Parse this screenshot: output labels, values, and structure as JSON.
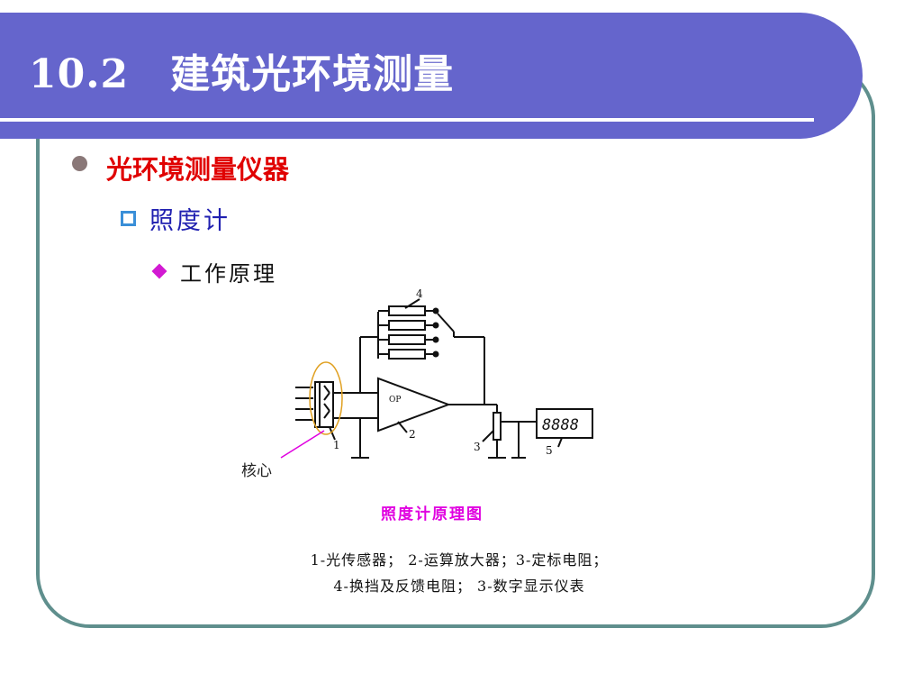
{
  "title": {
    "number": "10.2",
    "text": "建筑光环境测量"
  },
  "level1": {
    "label": "光环境测量仪器"
  },
  "level2": {
    "label": "照度计"
  },
  "level3": {
    "label": "工作原理"
  },
  "diagram": {
    "labels": {
      "n1": "1",
      "n2": "2",
      "n3": "3",
      "n4": "4",
      "n5": "5",
      "op": "OP",
      "display": "8888"
    },
    "core_label": "核心",
    "caption": "照度计原理图",
    "legend_line1": "1-光传感器； 2-运算放大器；3-定标电阻；",
    "legend_line2": "4-换挡及反馈电阻； 3-数字显示仪表"
  },
  "colors": {
    "title_bar": "#6565cc",
    "frame": "#5f8f8d",
    "level1": "#e00000",
    "level2": "#1f1fb0",
    "caption": "#e000e0"
  }
}
